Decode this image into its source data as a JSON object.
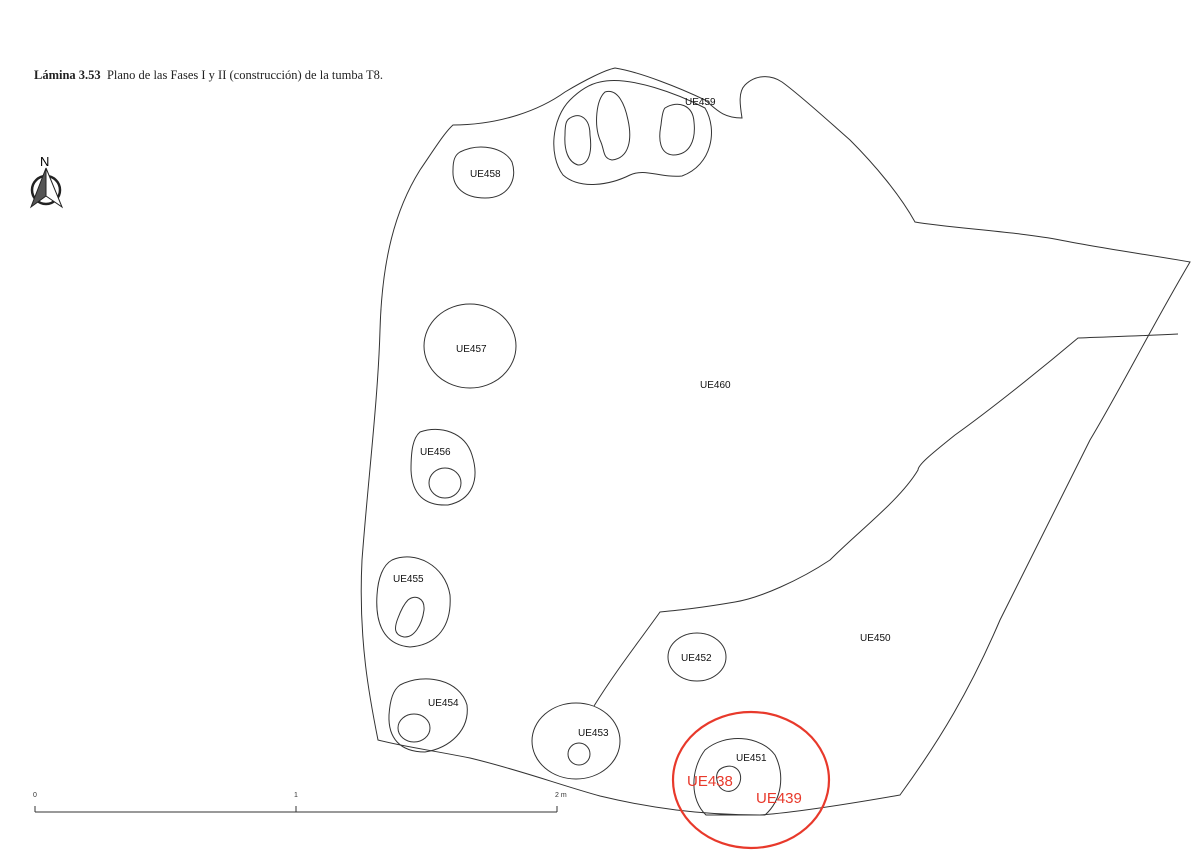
{
  "caption": {
    "label": "Lámina 3.53",
    "text": "Plano de las Fases I y II (construcción) de la tumba T8."
  },
  "north": {
    "letter": "N"
  },
  "units": {
    "ue459": "UE459",
    "ue458": "UE458",
    "ue457": "UE457",
    "ue460": "UE460",
    "ue456": "UE456",
    "ue455": "UE455",
    "ue454": "UE454",
    "ue453": "UE453",
    "ue452": "UE452",
    "ue450": "UE450",
    "ue451": "UE451"
  },
  "highlight": {
    "ue438": "UE438",
    "ue439": "UE439",
    "color": "#e8392b"
  },
  "scale": {
    "ticks": [
      "0",
      "1",
      "2 m"
    ]
  }
}
